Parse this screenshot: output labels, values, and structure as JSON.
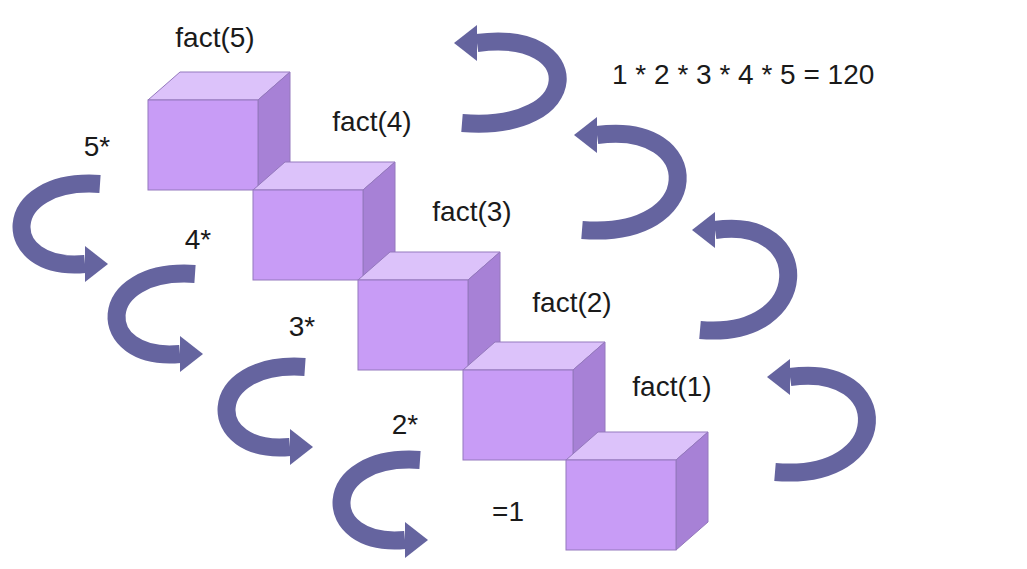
{
  "diagram": {
    "nodes": [
      {
        "text": [
          "fact(5)"
        ]
      },
      {
        "text": [
          "fact(4)"
        ]
      },
      {
        "text": [
          "fact(3)"
        ]
      },
      {
        "text": [
          "fact(2)"
        ]
      },
      {
        "text": [
          "fact(1)"
        ]
      }
    ],
    "labels": [
      "5*",
      "4*",
      "3*",
      "2*",
      "=1",
      "1 * 2 * 3 * 4 * 5 = 120"
    ]
  }
}
